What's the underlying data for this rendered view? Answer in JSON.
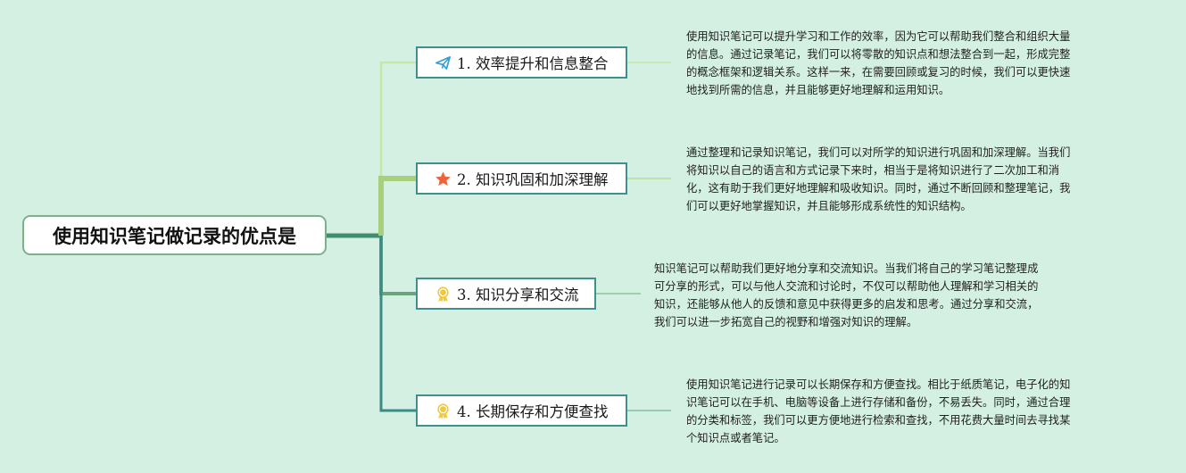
{
  "root": {
    "title": "使用知识笔记做记录的优点是"
  },
  "branches": [
    {
      "label": "1. 效率提升和信息整合",
      "icon": "paper-plane-icon",
      "lines": [
        "使用知识笔记可以提升学习和工作的效率，因为它可以帮助我们整合和组织大量",
        "的信息。通过记录笔记，我们可以将零散的知识点和想法整合到一起，形成完整",
        "的概念框架和逻辑关系。这样一来，在需要回顾或复习的时候，我们可以更快速",
        "地找到所需的信息，并且能够更好地理解和运用知识。"
      ]
    },
    {
      "label": "2. 知识巩固和加深理解",
      "icon": "star-icon",
      "lines": [
        "通过整理和记录知识笔记，我们可以对所学的知识进行巩固和加深理解。当我们",
        "将知识以自己的语言和方式记录下来时，相当于是将知识进行了二次加工和消",
        "化，这有助于我们更好地理解和吸收知识。同时，通过不断回顾和整理笔记，我",
        "们可以更好地掌握知识，并且能够形成系统性的知识结构。"
      ]
    },
    {
      "label": "3. 知识分享和交流",
      "icon": "award-ribbon-icon",
      "lines": [
        "知识笔记可以帮助我们更好地分享和交流知识。当我们将自己的学习笔记整理成",
        "可分享的形式，可以与他人交流和讨论时，不仅可以帮助他人理解和学习相关的",
        "知识，还能够从他人的反馈和意见中获得更多的启发和思考。通过分享和交流，",
        "我们可以进一步拓宽自己的视野和增强对知识的理解。"
      ]
    },
    {
      "label": "4. 长期保存和方便查找",
      "icon": "award-ribbon-icon",
      "lines": [
        "使用知识笔记进行记录可以长期保存和方便查找。相比于纸质笔记，电子化的知",
        "识笔记可以在手机、电脑等设备上进行存储和备份，不易丢失。同时，通过合理",
        "的分类和标签，我们可以更方便地进行检索和查找，不用花费大量时间去寻找某",
        "个知识点或者笔记。"
      ]
    }
  ],
  "colors": {
    "background": "#d4f0e2",
    "branch1": "#c8e6a8",
    "branch2": "#a9cf7d",
    "branch3": "#6aa57e",
    "branch4": "#3a8a88",
    "node_border": "#3f8f8c",
    "plane_icon": "#2f9fd6",
    "star_icon": "#f0623a",
    "ribbon_icon": "#f3c83a"
  }
}
